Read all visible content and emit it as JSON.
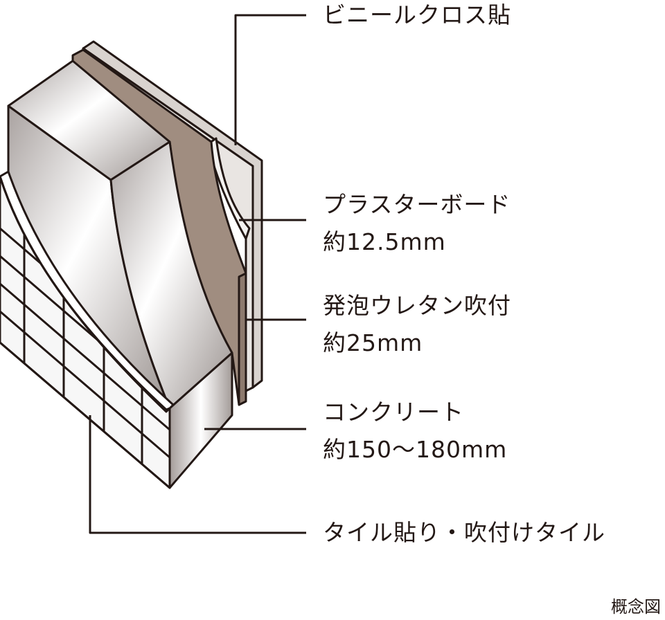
{
  "title": "Wall structure diagram",
  "colors": {
    "urethane": "#a08d80",
    "board": "#e8e4e1",
    "line": "#231815"
  },
  "labels": {
    "vinyl_cloth": "ビニールクロス貼",
    "plasterboard": "プラスターボード",
    "plasterboard_thickness": "約12.5mm",
    "urethane": "発泡ウレタン吹付",
    "urethane_thickness": "約25mm",
    "concrete": "コンクリート",
    "concrete_thickness": "約150〜180mm",
    "tile": "タイル貼り・吹付けタイル"
  },
  "note": "概念図"
}
